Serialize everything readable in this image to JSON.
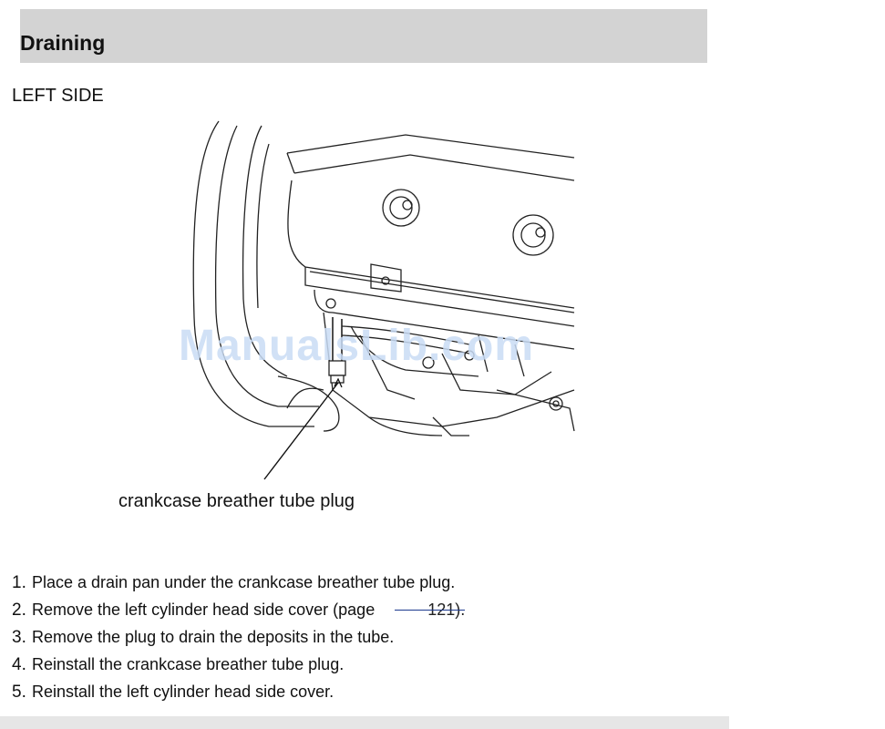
{
  "section": {
    "title": "Draining"
  },
  "figure": {
    "label": "LEFT SIDE",
    "callout": "crankcase breather tube plug",
    "watermark": "ManualsLib.com"
  },
  "steps": [
    {
      "number": "1.",
      "text": "Place a drain pan under the crankcase breather tube plug."
    },
    {
      "number": "2.",
      "text": "Remove the left cylinder head side cover (page",
      "link": "121)."
    },
    {
      "number": "3.",
      "text": "Remove the plug to drain the deposits in the tube."
    },
    {
      "number": "4.",
      "text": "Reinstall the crankcase breather tube plug."
    },
    {
      "number": "5.",
      "text": "Reinstall the left cylinder head side cover."
    }
  ]
}
